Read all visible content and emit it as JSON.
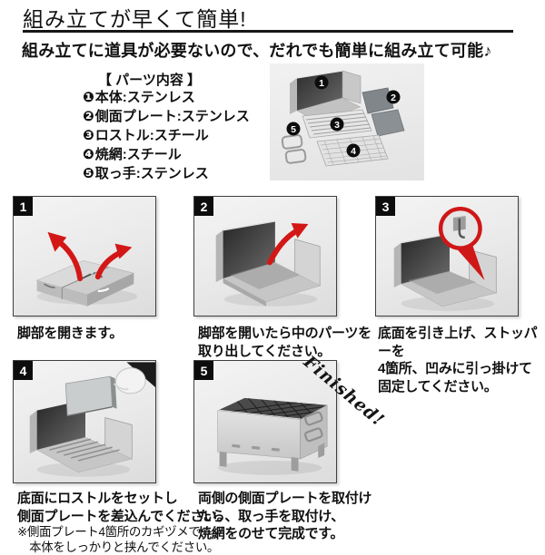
{
  "header": {
    "title": "組み立てが早くて簡単!",
    "subtitle": "組み立てに道具が必要ないので、だれでも簡単に組み立て可能♪"
  },
  "parts": {
    "heading": "【 パーツ内容 】",
    "items": [
      {
        "num": "❶",
        "label": "本体:ステンレス"
      },
      {
        "num": "❷",
        "label": "側面プレート:ステンレス"
      },
      {
        "num": "❸",
        "label": "ロストル:スチール"
      },
      {
        "num": "❹",
        "label": "焼網:スチール"
      },
      {
        "num": "❺",
        "label": "取っ手:ステンレス"
      }
    ],
    "photo_labels": [
      "1",
      "2",
      "3",
      "4",
      "5"
    ]
  },
  "steps": [
    {
      "num": "1",
      "caption": "脚部を開きます。"
    },
    {
      "num": "2",
      "caption": "脚部を開いたら中のパーツを\n取り出してください。"
    },
    {
      "num": "3",
      "caption": "底面を引き上げ、ストッパーを\n4箇所、凹みに引っ掛けて\n固定してください。"
    },
    {
      "num": "4",
      "caption": "底面にロストルをセットし\n側面プレートを差込んでください。",
      "note": "※側面プレート4箇所のカギヅメで\n　本体をしっかりと挟んでください。"
    },
    {
      "num": "5",
      "caption": "両側の側面プレートを取付け\nたら、取っ手を取付け、\n焼網をのせて完成です。"
    }
  ],
  "finished_label": "Finished!",
  "colors": {
    "accent_red": "#d31717",
    "badge_black": "#0d0d0d",
    "photo_bg": "#ededed",
    "text_black": "#111111"
  }
}
